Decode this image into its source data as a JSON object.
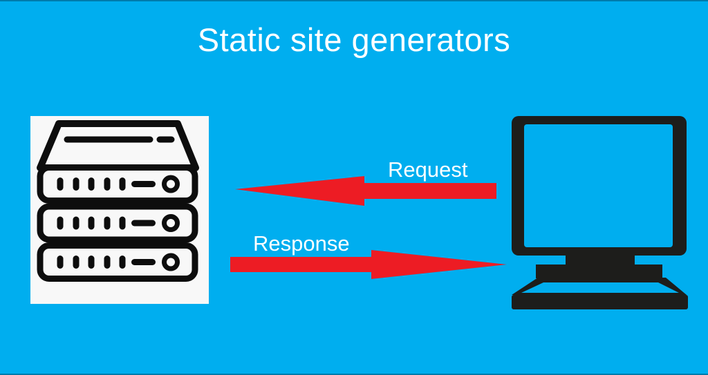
{
  "title": "Static site generators",
  "flow": {
    "request_label": "Request",
    "response_label": "Response",
    "request_direction": "computer-to-server (left)",
    "response_direction": "server-to-computer (right)"
  },
  "icons": {
    "server": "server-stack-icon",
    "computer": "desktop-computer-icon",
    "request_arrow": "request-arrow-icon",
    "response_arrow": "response-arrow-icon"
  },
  "colors": {
    "background": "#00aeef",
    "arrow_red": "#ed1c24",
    "computer_black": "#1d1d1b",
    "server_black": "#0d0d0d",
    "server_panel": "#f8f8f8",
    "text": "#ffffff"
  }
}
